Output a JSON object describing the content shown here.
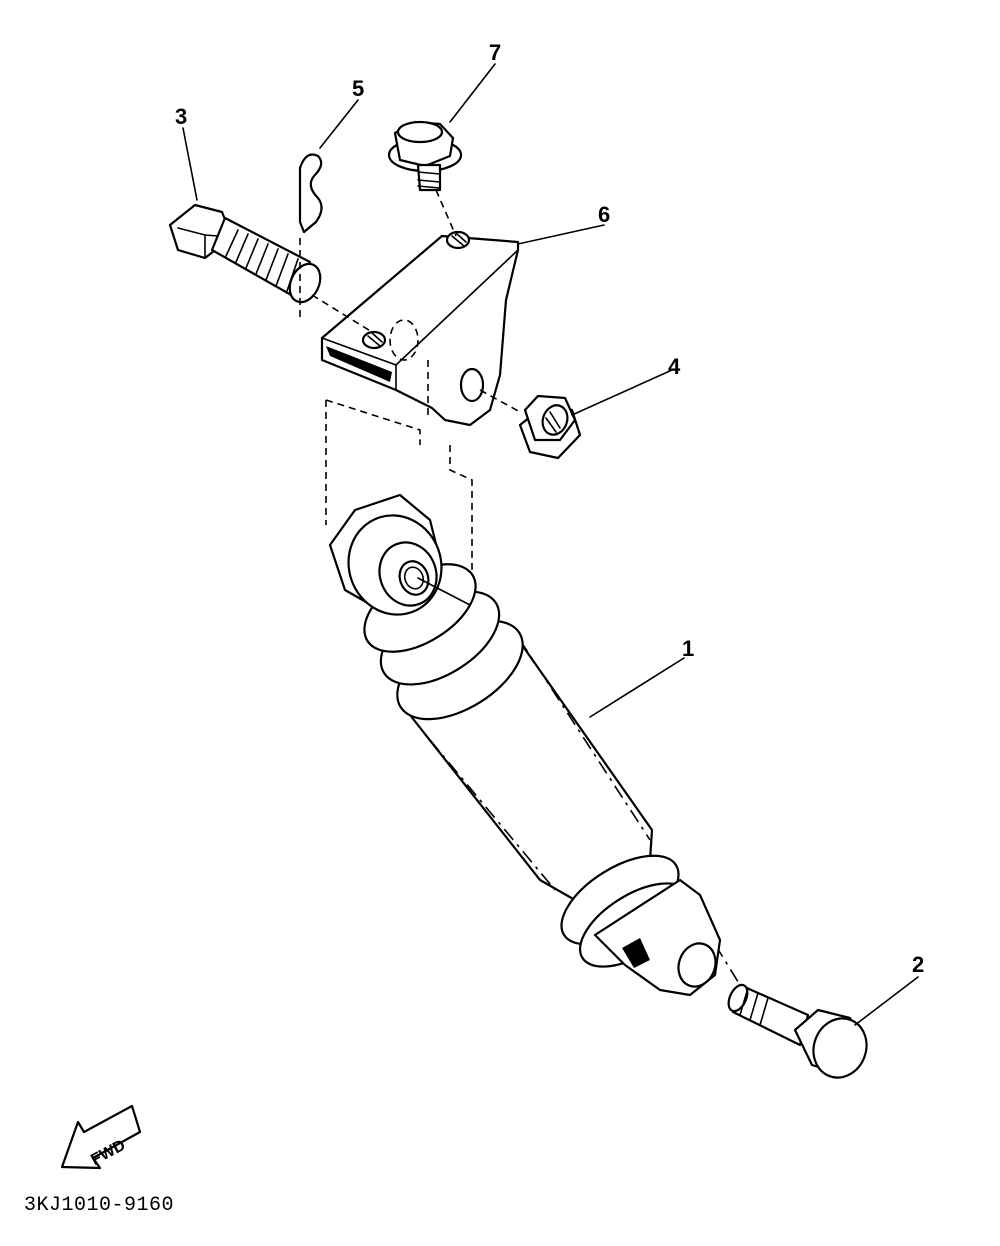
{
  "callouts": [
    {
      "id": "1",
      "label": "1"
    },
    {
      "id": "2",
      "label": "2"
    },
    {
      "id": "3",
      "label": "3"
    },
    {
      "id": "4",
      "label": "4"
    },
    {
      "id": "5",
      "label": "5"
    },
    {
      "id": "6",
      "label": "6"
    },
    {
      "id": "7",
      "label": "7"
    }
  ],
  "direction_arrow": {
    "label": "FWD"
  },
  "diagram_code": "3KJ1010-9160"
}
